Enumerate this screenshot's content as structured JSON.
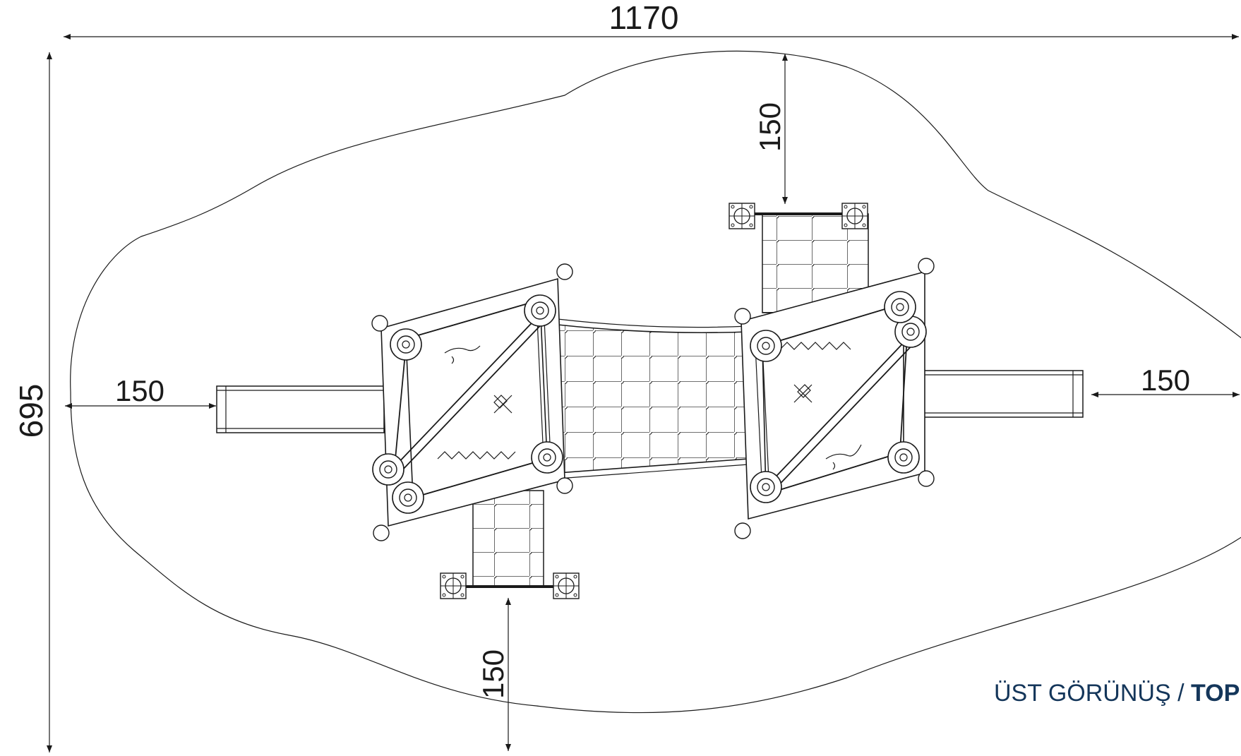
{
  "dimensions": {
    "overall_width": "1170",
    "overall_height": "695",
    "margin_top": "150",
    "margin_bottom": "150",
    "margin_left": "150",
    "margin_right": "150"
  },
  "view_label": {
    "tr": "ÜST GÖRÜNÜŞ / ",
    "en": "TOP VIEW"
  },
  "colors": {
    "line": "#1a1a1a",
    "label": "#14365a"
  }
}
